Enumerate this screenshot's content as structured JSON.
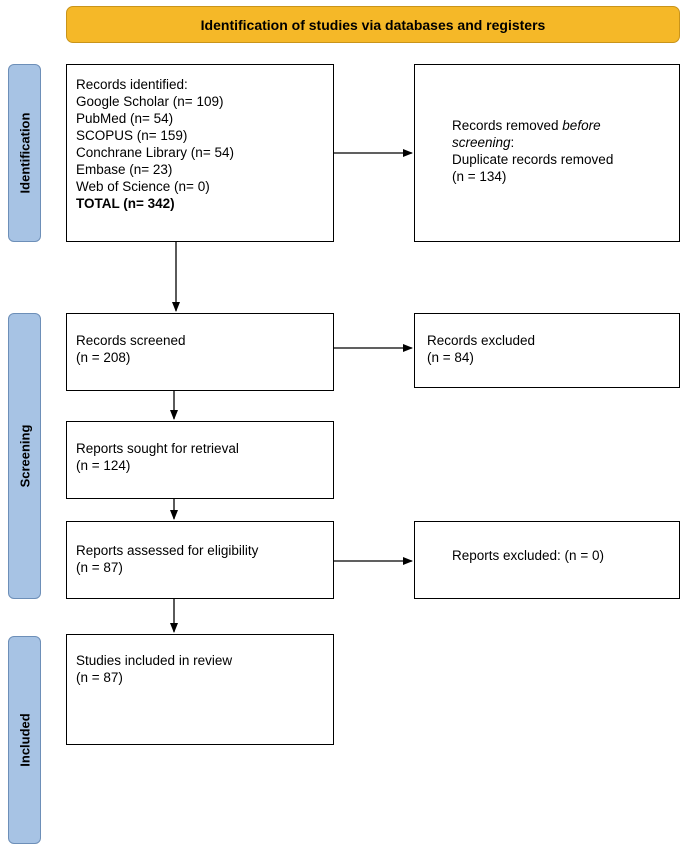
{
  "header": {
    "title": "Identification of studies via databases and registers"
  },
  "stages": {
    "identification": "Identification",
    "screening": "Screening",
    "included": "Included"
  },
  "identification_box": {
    "title": "Records identified:",
    "sources": [
      "Google Scholar (n= 109)",
      "PubMed (n= 54)",
      "SCOPUS (n= 159)",
      "Conchrane Library (n= 54)",
      "Embase (n= 23)",
      "Web of Science (n= 0)"
    ],
    "total": "TOTAL (n= 342)"
  },
  "removed_box": {
    "line1_prefix": "Records removed ",
    "line1_italic": "before",
    "line2_italic": "screening",
    "line2_suffix": ":",
    "line3": "Duplicate records removed",
    "line4": "(n = 134)"
  },
  "screened_box": {
    "label": "Records screened",
    "count": "(n = 208)"
  },
  "excluded_box": {
    "label": "Records excluded",
    "count": "(n = 84)"
  },
  "sought_box": {
    "label": "Reports sought for retrieval",
    "count": "(n = 124)"
  },
  "assessed_box": {
    "label": "Reports assessed for eligibility",
    "count": "(n = 87)"
  },
  "reports_excluded_box": {
    "label": "Reports excluded: (n = 0)"
  },
  "included_box": {
    "label": "Studies included in review",
    "count": "(n = 87)"
  },
  "colors": {
    "header_fill": "#f5b828",
    "stage_fill": "#a7c3e4",
    "box_border": "#000000"
  }
}
